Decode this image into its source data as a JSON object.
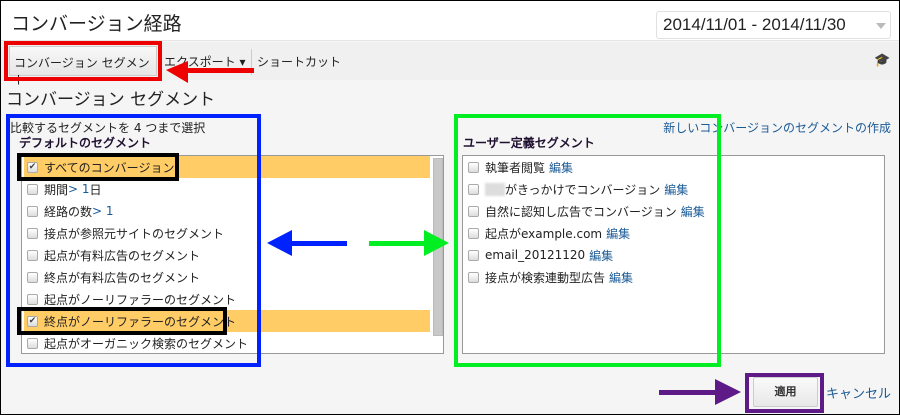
{
  "header": {
    "title": "コンバージョン経路",
    "date_range": "2014/11/01 - 2014/11/30"
  },
  "toolbar": {
    "segment_button": "コンバージョン セグメント",
    "export": "エクスポート ▾",
    "shortcut": "ショートカット",
    "cap_icon": "graduation-cap-icon"
  },
  "panel": {
    "title": "コンバージョン セグメント",
    "compare_note": "比較するセグメントを 4 つまで選択",
    "new_link": "新しいコンバージョンのセグメントの作成",
    "default_heading": "デフォルトのセグメント",
    "default_items": [
      {
        "label": "すべてのコンバージョン",
        "suffix": "",
        "checked": true
      },
      {
        "label": "期間 ",
        "suffix": "> 1",
        "after": " 日",
        "checked": false
      },
      {
        "label": "経路の数 ",
        "suffix": "> 1",
        "after": "",
        "checked": false
      },
      {
        "label": "接点が参照元サイトのセグメント",
        "suffix": "",
        "checked": false
      },
      {
        "label": "起点が有料広告のセグメント",
        "suffix": "",
        "checked": false
      },
      {
        "label": "終点が有料広告のセグメント",
        "suffix": "",
        "checked": false
      },
      {
        "label": "起点がノーリファラーのセグメント",
        "suffix": "",
        "checked": false
      },
      {
        "label": "終点がノーリファラーのセグメント",
        "suffix": "",
        "checked": true
      },
      {
        "label": "起点がオーガニック検索のセグメント",
        "suffix": "",
        "checked": false
      }
    ],
    "user_heading": "ユーザー定義セグメント",
    "edit_label": "編集",
    "user_items": [
      {
        "label": "執筆者閲覧",
        "checked": false
      },
      {
        "label": "がきっかけでコンバージョン",
        "checked": false,
        "blurred_prefix": true
      },
      {
        "label": "自然に認知し広告でコンバージョン",
        "checked": false
      },
      {
        "label": "起点がexample.com",
        "checked": false
      },
      {
        "label": "email_20121120",
        "checked": false
      },
      {
        "label": "接点が検索連動型広告",
        "checked": false
      }
    ]
  },
  "footer": {
    "apply": "適用",
    "cancel": "キャンセル"
  },
  "colors": {
    "selected_row": "#ffcc66",
    "link": "#1a5a96",
    "red": "#ee0000",
    "blue": "#0022ff",
    "green": "#00ee22",
    "purple": "#5e1a86"
  }
}
